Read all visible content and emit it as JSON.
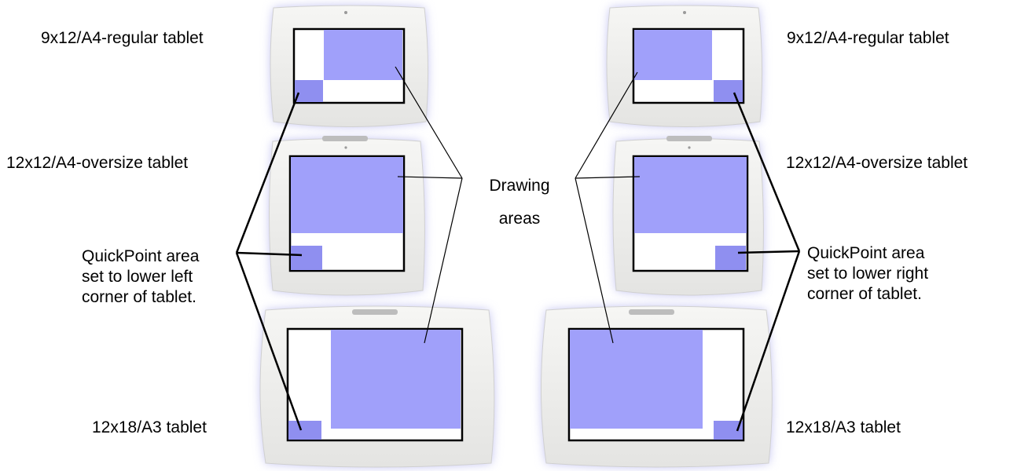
{
  "labels": {
    "left": {
      "regular": "9x12/A4-regular tablet",
      "oversize": "12x12/A4-oversize tablet",
      "a3": "12x18/A3 tablet",
      "quickpoint": [
        "QuickPoint area",
        "set to lower left",
        "corner of tablet."
      ]
    },
    "right": {
      "regular": "9x12/A4-regular tablet",
      "oversize": "12x12/A4-oversize tablet",
      "a3": "12x18/A3 tablet",
      "quickpoint": [
        "QuickPoint area",
        "set to lower right",
        "corner of tablet."
      ]
    },
    "drawing_areas": [
      "Drawing",
      "areas"
    ]
  },
  "colors": {
    "drawing_area": "#a0a0fa",
    "quickpoint_area": "#8f8ff0",
    "tablet_body": "#f1f1ef",
    "tablet_shadow": "#c8c8ee",
    "callout_line": "#000000"
  }
}
